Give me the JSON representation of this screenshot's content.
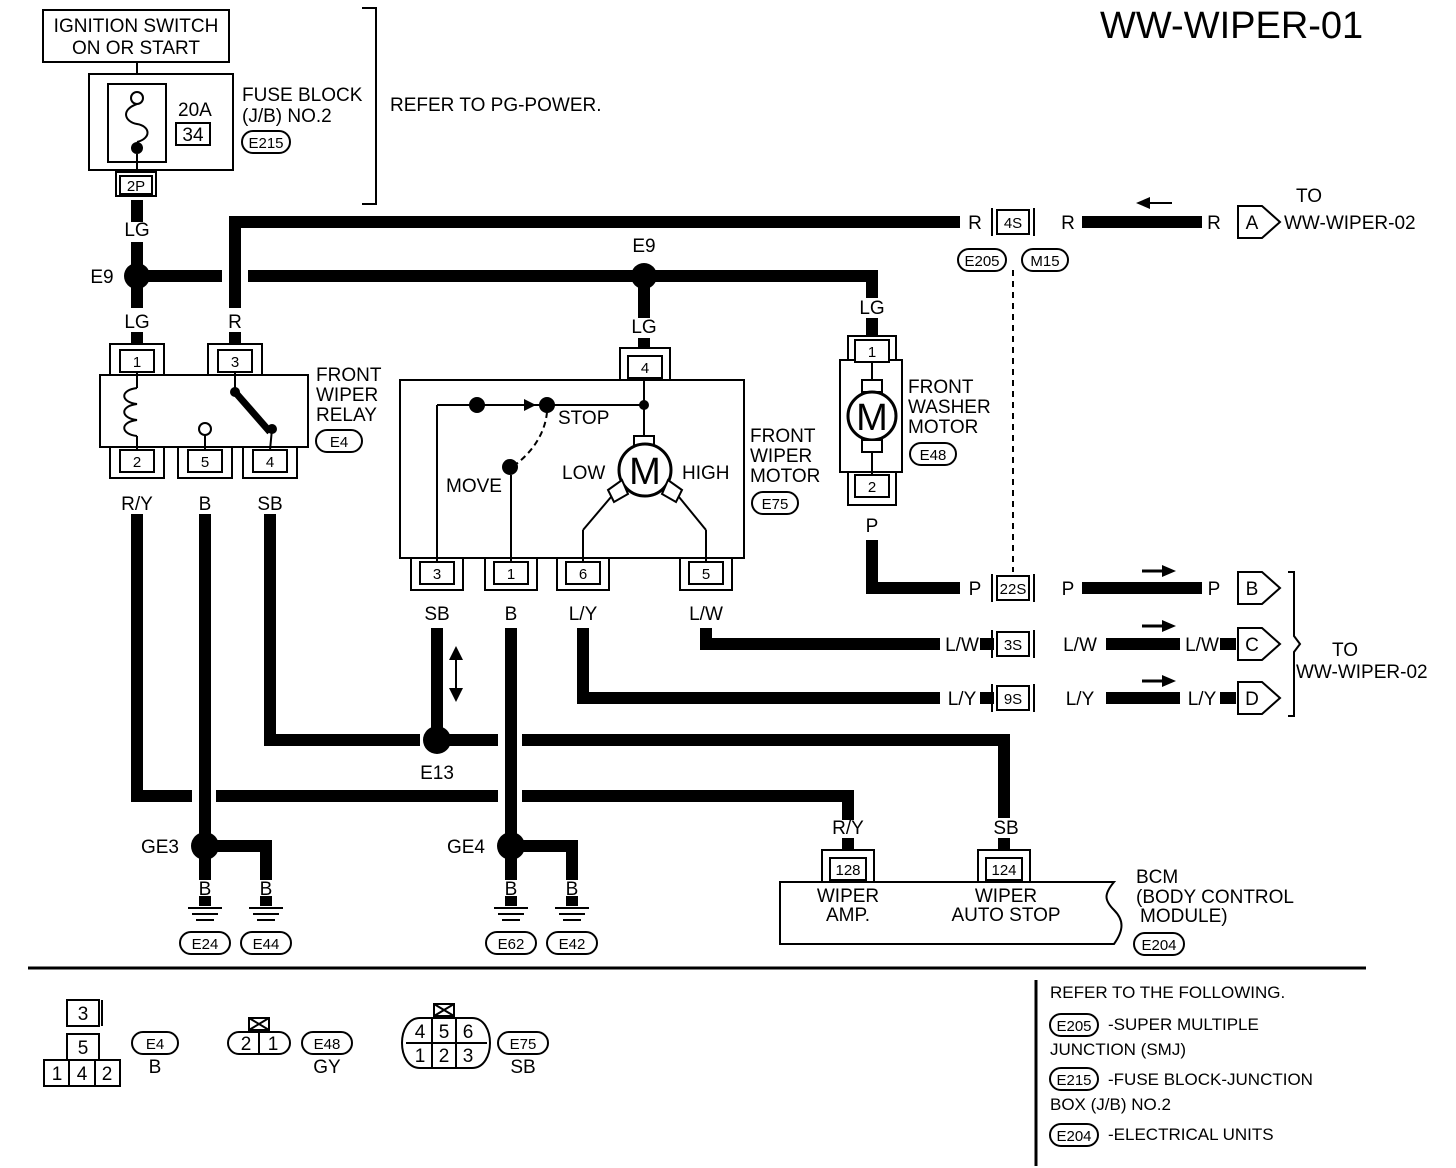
{
  "title": "WW-WIPER-01",
  "ignition": {
    "line1": "IGNITION SWITCH",
    "line2": "ON OR START"
  },
  "fuse": {
    "amp": "20A",
    "num": "34",
    "label1": "FUSE BLOCK",
    "label2": "(J/B) NO.2",
    "conn": "E215",
    "pin": "2P"
  },
  "refer_pg": "REFER TO PG-POWER.",
  "wires": {
    "lg": "LG",
    "r": "R",
    "ry": "R/Y",
    "b": "B",
    "sb": "SB",
    "lw": "L/W",
    "ly": "L/Y",
    "p": "P"
  },
  "splices": {
    "e9": "E9",
    "e13": "E13",
    "ge3": "GE3",
    "ge4": "GE4"
  },
  "relay": {
    "label1": "FRONT",
    "label2": "WIPER",
    "label3": "RELAY",
    "conn": "E4",
    "pins": [
      "1",
      "3",
      "2",
      "5",
      "4"
    ]
  },
  "motor": {
    "label1": "FRONT",
    "label2": "WIPER",
    "label3": "MOTOR",
    "conn": "E75",
    "stop": "STOP",
    "move": "MOVE",
    "low": "LOW",
    "high": "HIGH",
    "m": "M",
    "pins": [
      "4",
      "3",
      "1",
      "6",
      "5"
    ]
  },
  "washer": {
    "label1": "FRONT",
    "label2": "WASHER",
    "label3": "MOTOR",
    "conn": "E48",
    "m": "M",
    "pins": [
      "1",
      "2"
    ]
  },
  "joints": {
    "s4": "4S",
    "s22": "22S",
    "s3": "3S",
    "s9": "9S",
    "e205": "E205",
    "m15": "M15"
  },
  "to_label": "TO",
  "to_target": "WW-WIPER-02",
  "connectors": {
    "a": "A",
    "b": "B",
    "c": "C",
    "d": "D"
  },
  "bcm": {
    "pin128": "128",
    "pin124": "124",
    "wiper_amp1": "WIPER",
    "wiper_amp2": "AMP.",
    "auto1": "WIPER",
    "auto2": "AUTO STOP",
    "label1": "BCM",
    "label2": "(BODY CONTROL",
    "label3": "MODULE)",
    "conn": "E204"
  },
  "grounds": [
    "E24",
    "E44",
    "E62",
    "E42"
  ],
  "legend": {
    "e4": {
      "pins": [
        "3",
        "5",
        "1",
        "4",
        "2"
      ],
      "conn": "E4",
      "color": "B"
    },
    "e48": {
      "pins": [
        "2",
        "1"
      ],
      "conn": "E48",
      "color": "GY"
    },
    "e75": {
      "pins": [
        "4",
        "5",
        "6",
        "1",
        "2",
        "3"
      ],
      "conn": "E75",
      "color": "SB"
    }
  },
  "refer": {
    "heading": "REFER TO THE FOLLOWING.",
    "items": [
      {
        "code": "E205",
        "text1": "-SUPER MULTIPLE",
        "text2": "JUNCTION (SMJ)"
      },
      {
        "code": "E215",
        "text1": "-FUSE BLOCK-JUNCTION",
        "text2": "BOX (J/B) NO.2"
      },
      {
        "code": "E204",
        "text1": "-ELECTRICAL UNITS",
        "text2": ""
      }
    ]
  }
}
